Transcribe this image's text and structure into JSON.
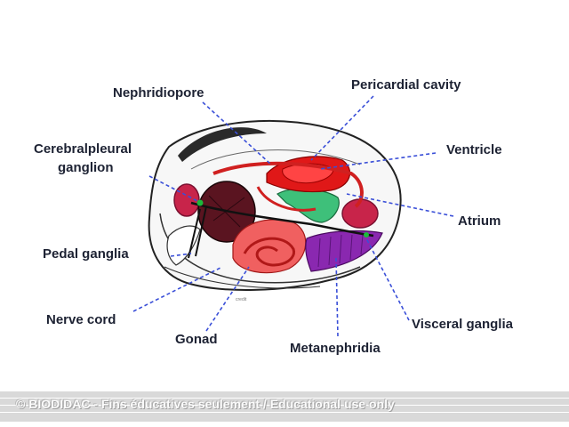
{
  "labels": {
    "nephridiopore": "Nephridiopore",
    "pericardial_cavity": "Pericardial cavity",
    "cerebralpleural_line1": "Cerebralpleural",
    "cerebralpleural_line2": "ganglion",
    "ventricle": "Ventricle",
    "atrium": "Atrium",
    "pedal_ganglia": "Pedal ganglia",
    "nerve_cord": "Nerve cord",
    "gonad": "Gonad",
    "metanephridia": "Metanephridia",
    "visceral_ganglia": "Visceral ganglia"
  },
  "watermark": "© BIODIDAC - Fins éducatives seulement / Educational use only",
  "colors": {
    "label_text": "#1d2233",
    "leader_line": "#3a4fd8",
    "heart": "#e01818",
    "gonad": "#f06060",
    "metanephridia": "#8a28b0",
    "stomach": "#3ec07a",
    "digestive_gland": "#5a1420",
    "muscle": "#c8244a"
  }
}
